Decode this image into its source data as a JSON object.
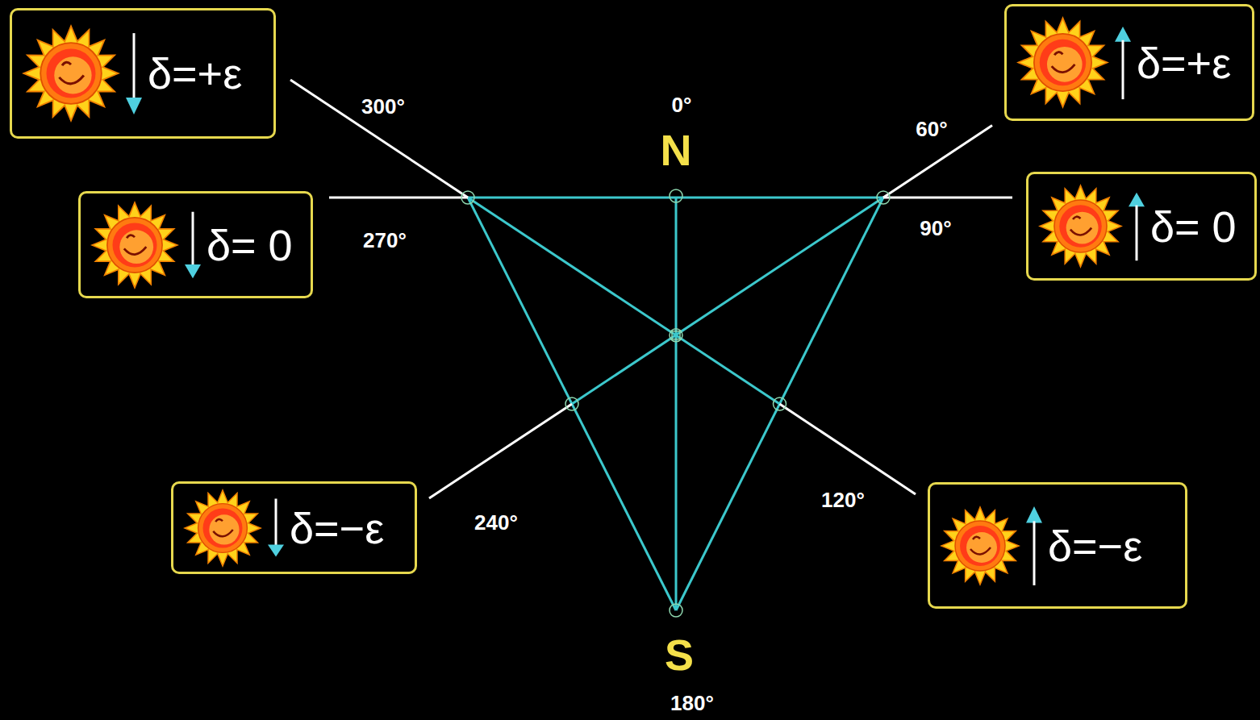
{
  "diagram": {
    "nodes": [
      {
        "text": [
          "δ=+ε"
        ]
      },
      {
        "text": [
          "δ=+ε"
        ]
      },
      {
        "text": [
          "δ= 0"
        ]
      },
      {
        "text": [
          "δ= 0"
        ]
      },
      {
        "text": [
          "δ=−ε"
        ]
      },
      {
        "text": [
          "δ=−ε"
        ]
      }
    ],
    "labels": [
      "0°",
      "300°",
      "60°",
      "N",
      "270°",
      "90°",
      "120°",
      "240°",
      "S",
      "180°"
    ]
  }
}
